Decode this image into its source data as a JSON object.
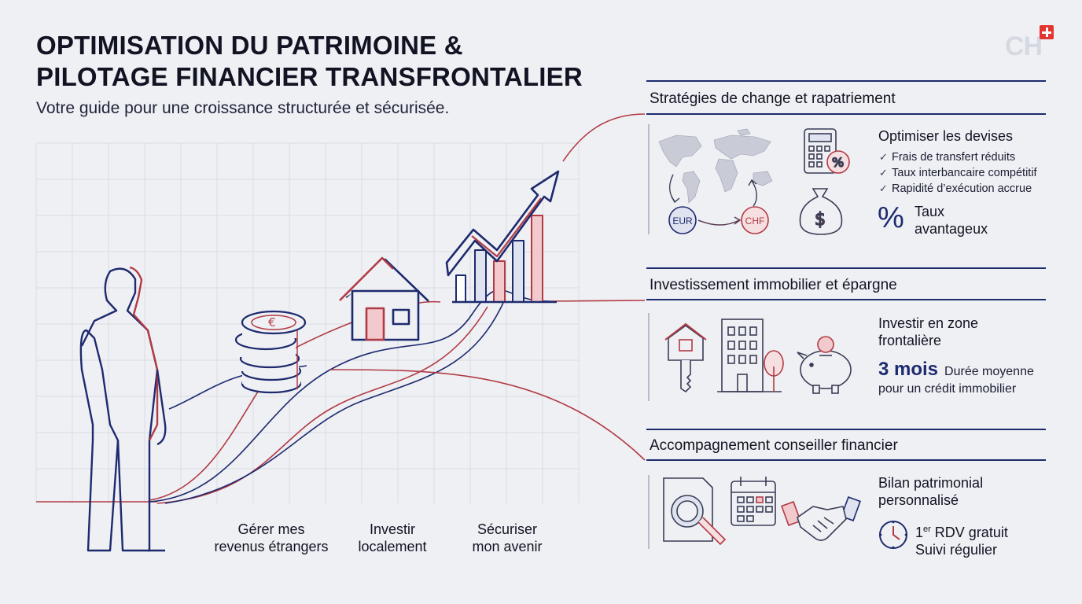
{
  "header": {
    "title_line1": "OPTIMISATION DU PATRIMOINE &",
    "title_line2": "PILOTAGE FINANCIER TRANSFRONTALIER",
    "subtitle": "Votre guide pour une croissance structurée et sécurisée."
  },
  "logo": {
    "text": "CH",
    "flag_icon": "swiss-flag-icon"
  },
  "steps": [
    {
      "line1": "Gérer mes",
      "line2": "revenus étrangers"
    },
    {
      "line1": "Investir",
      "line2": "localement"
    },
    {
      "line1": "Sécuriser",
      "line2": "mon avenir"
    }
  ],
  "sections": {
    "exchange": {
      "title": "Stratégies de change et rapatriement",
      "currency_from": "EUR",
      "currency_to": "CHF",
      "heading": "Optimiser les devises",
      "checks": [
        "Frais de transfert réduits",
        "Taux interbancaire compétitif",
        "Rapidité d’exécution accrue"
      ],
      "rate_line1": "Taux",
      "rate_line2": "avantageux",
      "pct_symbol": "%"
    },
    "realestate": {
      "title": "Investissement immobilier et épargne",
      "heading_line1": "Investir en zone",
      "heading_line2": "frontalière",
      "value": "3 mois",
      "value_desc_inline": "Durée moyenne",
      "value_desc_line2": "pour un crédit immobilier"
    },
    "advisor": {
      "title": "Accompagnement conseiller financier",
      "heading_line1": "Bilan patrimonial",
      "heading_line2": "personnalisé",
      "rdv_num": "1",
      "rdv_sup": "er",
      "rdv_rest": " RDV gratuit",
      "followup": "Suivi régulier"
    }
  },
  "colors": {
    "navy": "#1e2a6e",
    "red": "#b23a44",
    "grid": "#d7dae3",
    "background": "#eef0f4"
  }
}
